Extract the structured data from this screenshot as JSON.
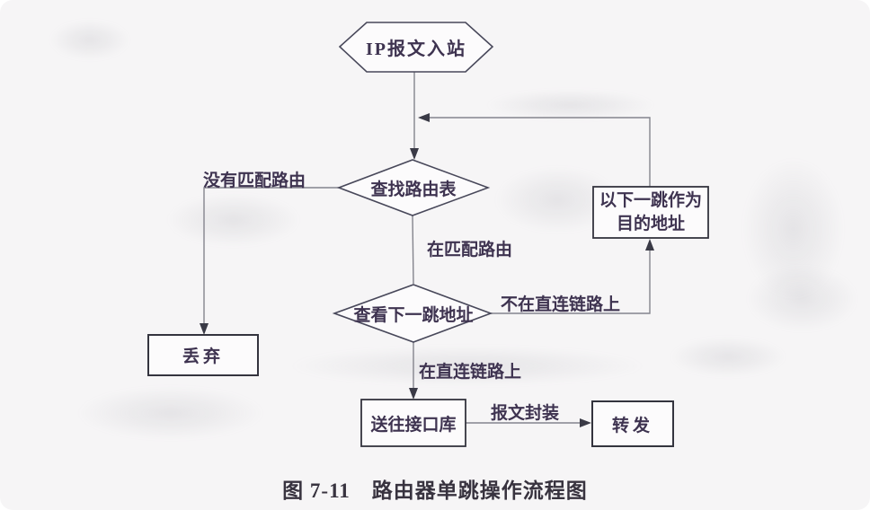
{
  "figure": {
    "caption": "图 7-11　路由器单跳操作流程图"
  },
  "nodes": {
    "start": {
      "shape": "hexagon",
      "label": "IP报文入站"
    },
    "lookup": {
      "shape": "diamond",
      "label": "查找路由表"
    },
    "check_nexthop": {
      "shape": "diamond",
      "label": "查看下一跳地址"
    },
    "discard": {
      "shape": "rect",
      "label": "丢弃"
    },
    "use_nexthop": {
      "shape": "rect",
      "label": "以下一跳作为目的地址",
      "lines": [
        "以下一跳作为",
        "目的地址"
      ]
    },
    "send_interface": {
      "shape": "rect",
      "label": "送往接口库"
    },
    "forward": {
      "shape": "rect",
      "label": "转发"
    }
  },
  "edges": [
    {
      "from": "start",
      "to": "lookup",
      "label": ""
    },
    {
      "from": "lookup",
      "to": "discard",
      "label": "没有匹配路由"
    },
    {
      "from": "lookup",
      "to": "check_nexthop",
      "label": "在匹配路由"
    },
    {
      "from": "check_nexthop",
      "to": "use_nexthop",
      "label": "不在直连链路上"
    },
    {
      "from": "use_nexthop",
      "to": "lookup",
      "label": ""
    },
    {
      "from": "check_nexthop",
      "to": "send_interface",
      "label": "在直连链路上"
    },
    {
      "from": "send_interface",
      "to": "forward",
      "label": "报文封装"
    }
  ],
  "colors": {
    "page_background": "#f6f5f6",
    "node_fill": "#fcfbfc",
    "rect_border": "#34343e",
    "polygon_border": "#48485a",
    "connector_line": "#84848d",
    "arrowhead": "#3a3a46",
    "text": "#3e3350",
    "caption_text": "#38333f"
  }
}
